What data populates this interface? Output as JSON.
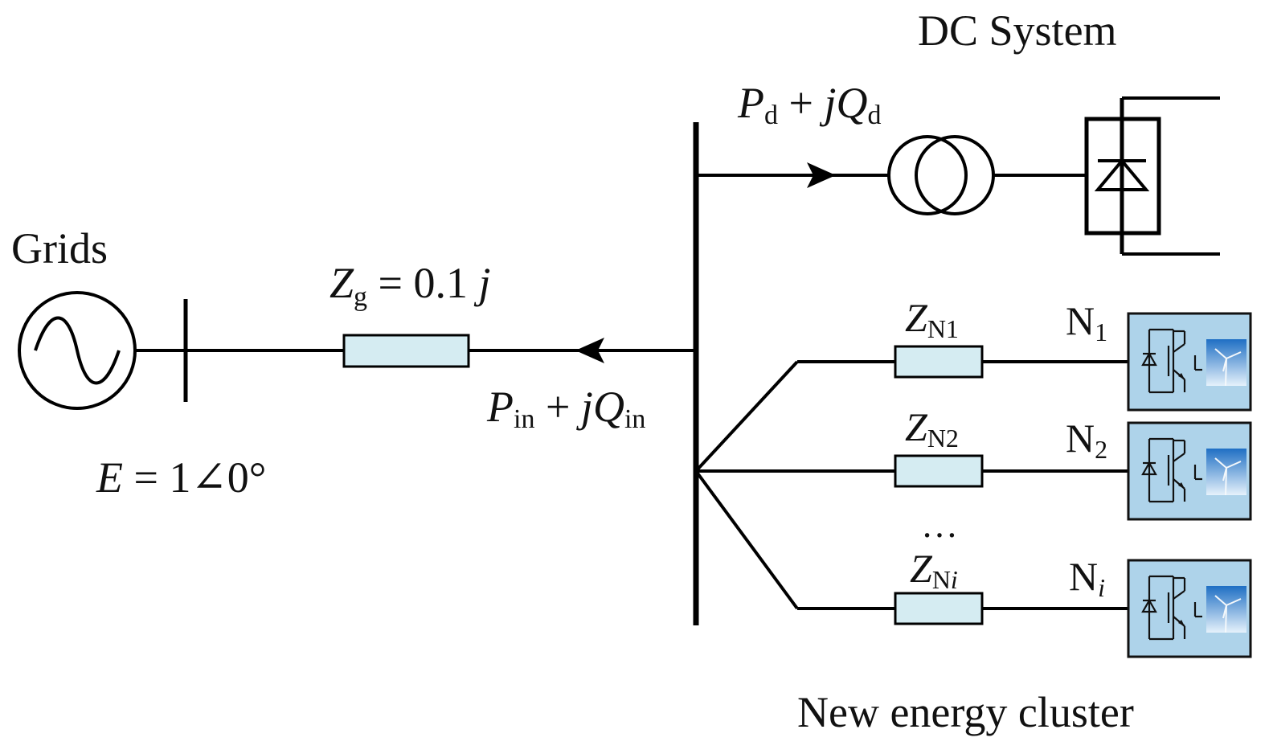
{
  "colors": {
    "wire": "#000000",
    "impedance_fill": "#d5ecf2",
    "converter_fill": "#aed3ea",
    "converter_border": "#111111",
    "sky_top": "#1f6fc4",
    "sky_bottom": "#e6f2fb"
  },
  "labels": {
    "dc_system": "DC System",
    "grids": "Grids",
    "new_energy_cluster": "New energy cluster",
    "ellipsis": "…"
  },
  "formulas": {
    "pd": {
      "P": "P",
      "p_sub": "d",
      "plus": " + ",
      "j": "j",
      "Q": "Q",
      "q_sub": "d"
    },
    "pin": {
      "P": "P",
      "p_sub": "in",
      "plus": " + ",
      "j": "j",
      "Q": "Q",
      "q_sub": "in"
    },
    "zg": {
      "Z": "Z",
      "sub": "g",
      "eq": " = 0.1 ",
      "j": "j"
    },
    "e": {
      "E": "E",
      "rest": " = 1∠0°"
    }
  },
  "branches": [
    {
      "z_base": "Z",
      "z_sub": "N1",
      "z_sub_italic": "",
      "node": "N",
      "node_sub": "1"
    },
    {
      "z_base": "Z",
      "z_sub": "N2",
      "z_sub_italic": "",
      "node": "N",
      "node_sub": "2"
    },
    {
      "z_base": "Z",
      "z_sub": "N",
      "z_sub_italic": "i",
      "node": "N",
      "node_sub": "i"
    }
  ],
  "icons": {
    "source": "ac-source-icon",
    "transformer": "transformer-icon",
    "rectifier": "rectifier-diode-icon",
    "converter": "igbt-converter-icon",
    "turbine": "wind-turbine-icon"
  }
}
